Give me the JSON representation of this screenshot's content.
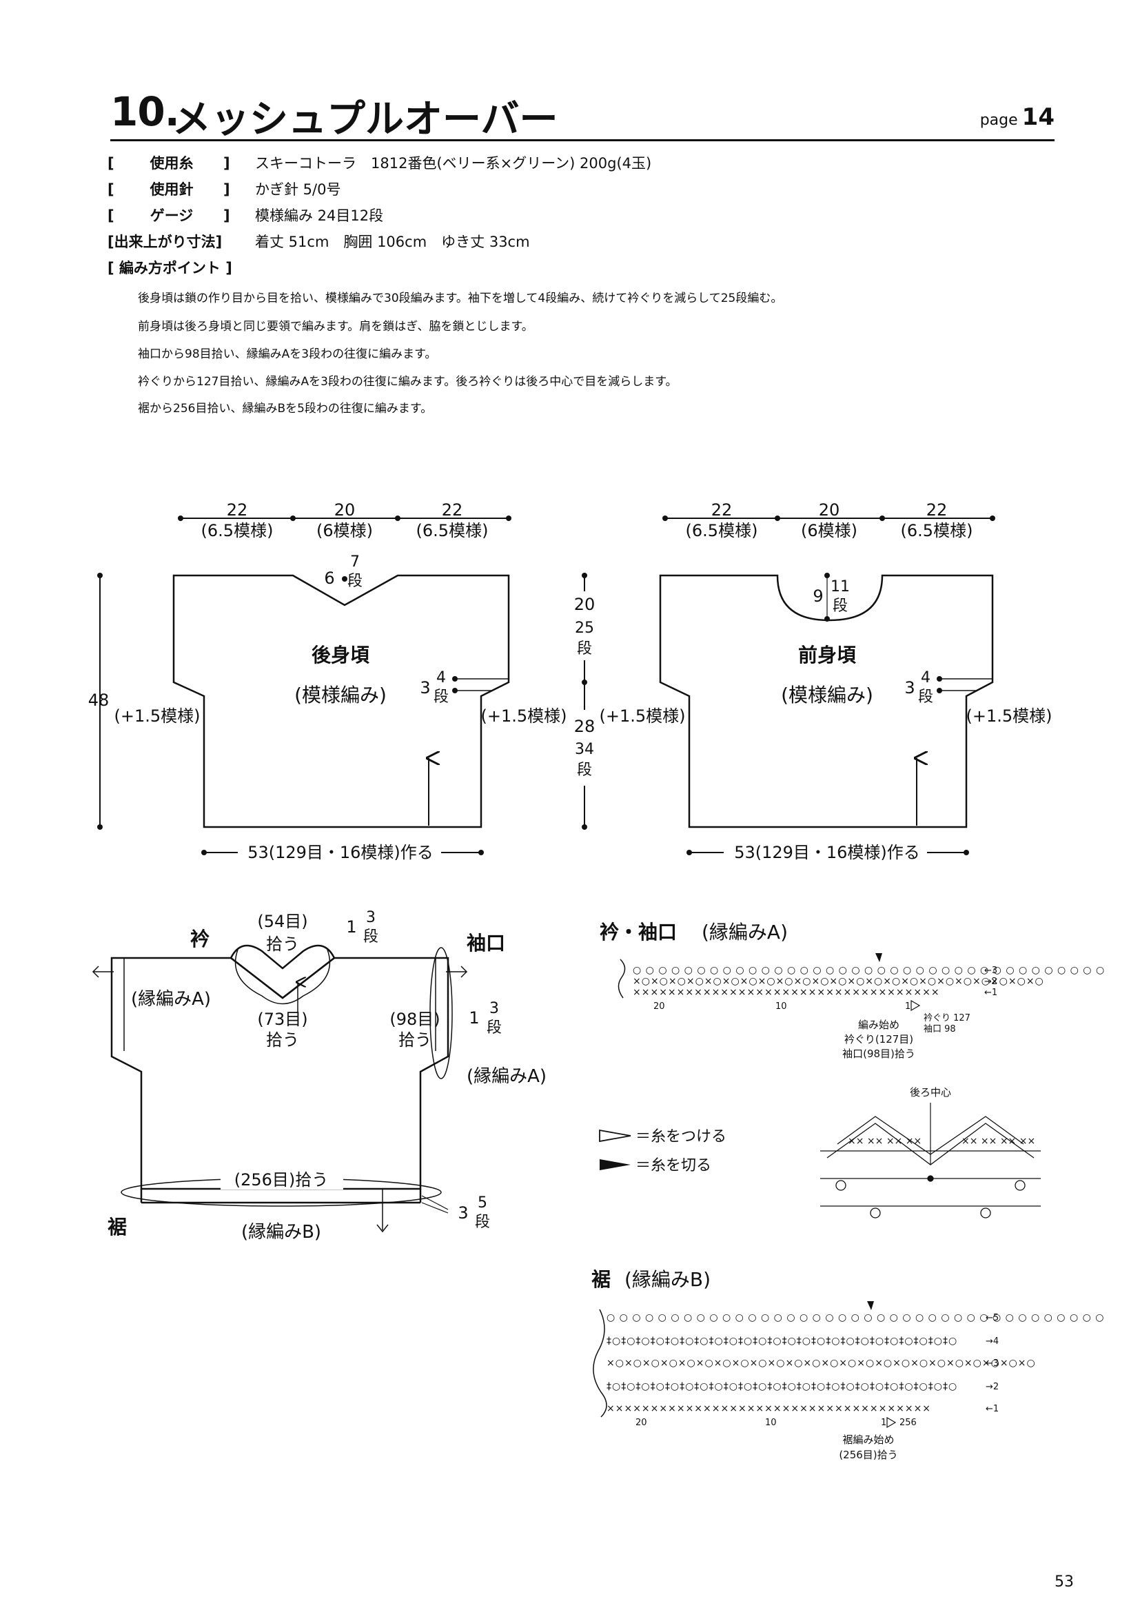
{
  "header": {
    "number": "10.",
    "title": "メッシュプルオーバー",
    "page_prefix": "page",
    "page_ref": "14"
  },
  "specs": [
    {
      "open": "[",
      "key": "使用糸",
      "close": "]",
      "value": "スキーコトーラ　1812番色(ベリー系×グリーン) 200g(4玉)"
    },
    {
      "open": "[",
      "key": "使用針",
      "close": "]",
      "value": "かぎ針 5/0号"
    },
    {
      "open": "[",
      "key": "ゲージ",
      "close": "]",
      "value": "模様編み 24目12段"
    },
    {
      "open": "",
      "key": "[出来上がり寸法]",
      "close": "",
      "value": "着丈 51cm　胸囲 106cm　ゆき丈 33cm"
    },
    {
      "open": "",
      "key": "[ 編み方ポイント ]",
      "close": "",
      "value": ""
    }
  ],
  "points": [
    "後身頃は鎖の作り目から目を拾い、模様編みで30段編みます。袖下を増して4段編み、続けて衿ぐりを減らして25段編む。",
    "前身頃は後ろ身頃と同じ要領で編みます。肩を鎖はぎ、脇を鎖とじします。",
    "袖口から98目拾い、縁編みAを3段わの往復に編みます。",
    "衿ぐりから127目拾い、縁編みAを3段わの往復に編みます。後ろ衿ぐりは後ろ中心で目を減らします。",
    "裾から256目拾い、縁編みBを5段わの往復に編みます。"
  ],
  "back": {
    "top_dims": [
      {
        "num": "22",
        "sub": "(6.5模様)"
      },
      {
        "num": "20",
        "sub": "(6模様)"
      },
      {
        "num": "22",
        "sub": "(6.5模様)"
      }
    ],
    "neck_cm": "6",
    "neck_rows": "7",
    "dan": "段",
    "name": "後身頃",
    "stitch": "(模様編み)",
    "sleeve_cm": "3",
    "sleeve_rows": "4",
    "left_add": "(+1.5模様)",
    "right_add": "(+1.5模様)",
    "height": "48",
    "bottom": "53(129目・16模様)作る"
  },
  "front": {
    "top_dims": [
      {
        "num": "22",
        "sub": "(6.5模様)"
      },
      {
        "num": "20",
        "sub": "(6模様)"
      },
      {
        "num": "22",
        "sub": "(6.5模様)"
      }
    ],
    "neck_cm": "9",
    "neck_rows": "11",
    "name": "前身頃",
    "stitch": "(模様編み)",
    "sleeve_cm": "3",
    "sleeve_rows": "4",
    "left_add": "(+1.5模様)",
    "right_add": "(+1.5模様)",
    "bottom": "53(129目・16模様)作る"
  },
  "middle_dims": {
    "upper_cm": "20",
    "upper_rows": "25",
    "lower_cm": "28",
    "lower_rows": "34"
  },
  "assembly": {
    "collar_label": "衿",
    "cuff_label": "袖口",
    "hem_label": "裾",
    "collar_pick_back": "(54目)",
    "pick_word": "拾う",
    "collar_rows_cm": "1",
    "collar_rows": "3",
    "collar_edge": "(縁編みA)",
    "collar_pick_front": "(73目)",
    "cuff_pick": "(98目)",
    "cuff_rows_cm": "1",
    "cuff_rows": "3",
    "cuff_edge": "(縁編みA)",
    "hem_pick": "(256目)拾う",
    "hem_rows_cm": "3",
    "hem_rows": "5",
    "hem_edge": "(縁編みB)"
  },
  "chartA": {
    "title_bold": "衿・袖口",
    "title_rest": "(縁編みA)",
    "row_labels": [
      "←3",
      "→2",
      "←1"
    ],
    "tick_20": "20",
    "tick_10": "10",
    "tick_1": "1",
    "note_a": "衿ぐり 127",
    "note_b": "袖口 98",
    "start_1": "編み始め",
    "start_2": "衿ぐり(127目)",
    "start_3": "袖口(98目)拾う",
    "center_label": "後ろ中心"
  },
  "legend": {
    "attach": "＝糸をつける",
    "cut": "＝糸を切る"
  },
  "chartB": {
    "title_bold": "裾",
    "title_rest": "(縁編みB)",
    "row_labels": [
      "←5",
      "→4",
      "←3",
      "→2",
      "←1"
    ],
    "tick_20": "20",
    "tick_10": "10",
    "tick_1": "1",
    "tick_256": "256",
    "start_1": "裾編み始め",
    "start_2": "(256目)拾う"
  },
  "footer": {
    "page_number": "53"
  }
}
